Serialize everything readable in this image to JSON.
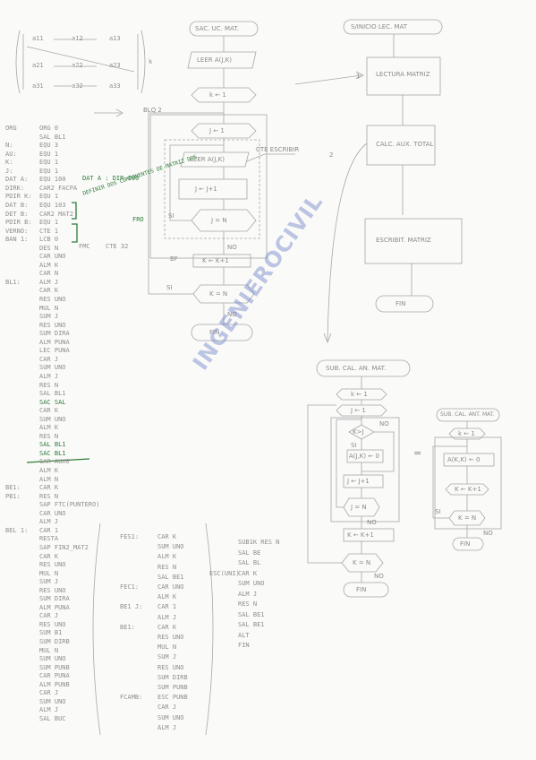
{
  "matrix": {
    "cells": [
      "a11",
      "a12",
      "a13",
      "a21",
      "a22",
      "a23",
      "a31",
      "a32",
      "a33"
    ],
    "k_label": "k"
  },
  "flow1": {
    "start": "SAC. UC. MAT.",
    "read": "LEER A(J,K)",
    "k_init": "k ← 1",
    "j_init": "J ← 1",
    "read_ajk": "LEER A(J,K)",
    "j_inc": "J ← J+1",
    "j_cond": "J = N",
    "k_inc": "K ← K+1",
    "k_cond": "K = N",
    "end": "FIN",
    "bucle_label": "BLQ 2",
    "note": "CTE ESCRIBIR",
    "si1": "SI",
    "no1": "NO",
    "si2": "SI",
    "no2": "NO",
    "bf": "BF"
  },
  "flow2": {
    "start": "S/INICIO LEC. MAT",
    "read": "LECTURA MATRIZ",
    "calc": "CALC. AUX. TOTAL",
    "write": "ESCRIBIT. MATRIZ",
    "end": "FIN",
    "arrow_num": "1",
    "arrow_num2": "2"
  },
  "flow3": {
    "start": "SUB. CAL. AN. MAT.",
    "k_init": "k ← 1",
    "j_init": "J ← 1",
    "cond1": "K>J",
    "assign": "A(J,K) ← 0",
    "j_inc": "J ← J+1",
    "j_cond": "J = N",
    "k_inc": "K ← K+1",
    "k_cond": "K = N",
    "end": "FIN",
    "no_a": "NO",
    "si_a": "SI",
    "no_b": "NO",
    "no_c": "NO"
  },
  "flow4": {
    "start": "SUB. CAL. ANT. MAT.",
    "k_init": "k ← 1",
    "assign": "A(K,K) ← 0",
    "k_inc": "K ← K+1",
    "k_cond": "K = N",
    "end": "FIN",
    "eq": "=",
    "si": "SI",
    "no": "NO"
  },
  "code_left": [
    {
      "l": "ORG",
      "c": "ORG 0"
    },
    {
      "l": "",
      "c": "SAL BL1"
    },
    {
      "l": "N:",
      "c": "EQU 3"
    },
    {
      "l": "AU:",
      "c": "EQU 1"
    },
    {
      "l": "K:",
      "c": "EQU 1"
    },
    {
      "l": "J:",
      "c": "EQU 1"
    },
    {
      "l": "DAT A:",
      "c": "EQU 100"
    },
    {
      "l": "DIRK:",
      "c": "CAR2 FACPA"
    },
    {
      "l": "PDIR K:",
      "c": "EQU 1"
    },
    {
      "l": "DAT B:",
      "c": "EQU 103"
    },
    {
      "l": "DET B:",
      "c": "CAR2 MAT2"
    },
    {
      "l": "PDIR B:",
      "c": "EQU 1"
    },
    {
      "l": "VERNO:",
      "c": "CTE 1"
    },
    {
      "l": "BAN 1:",
      "c": "LCB 0"
    },
    {
      "l": "",
      "c": "DES N"
    },
    {
      "l": "",
      "c": "CAR UNO"
    },
    {
      "l": "",
      "c": "ALM K"
    },
    {
      "l": "",
      "c": "CAR N"
    },
    {
      "l": "BL1:",
      "c": "ALM J"
    },
    {
      "l": "",
      "c": "CAR K"
    },
    {
      "l": "",
      "c": "RES UNO"
    },
    {
      "l": "",
      "c": "MUL N"
    },
    {
      "l": "",
      "c": "SUM J"
    },
    {
      "l": "",
      "c": "RES UNO"
    },
    {
      "l": "",
      "c": "SUM DIRA"
    },
    {
      "l": "",
      "c": "ALM PUNA"
    },
    {
      "l": "",
      "c": "LEC PUNA"
    },
    {
      "l": "",
      "c": "CAR J"
    },
    {
      "l": "",
      "c": "SUM UNO"
    },
    {
      "l": "",
      "c": "ALM J"
    },
    {
      "l": "",
      "c": "RES N"
    },
    {
      "l": "",
      "c": "SAL BL1"
    },
    {
      "l": "",
      "c": "SAC SAL"
    },
    {
      "l": "",
      "c": "CAR K"
    },
    {
      "l": "",
      "c": "SUM UNO"
    },
    {
      "l": "",
      "c": "ALM K"
    },
    {
      "l": "",
      "c": "RES N"
    },
    {
      "l": "",
      "c": "SAL BL1"
    },
    {
      "l": "",
      "c": "SAC BL1"
    },
    {
      "l": "",
      "c": "CAR AUX0"
    },
    {
      "l": "",
      "c": "ALM K"
    },
    {
      "l": "",
      "c": "ALM N"
    },
    {
      "l": "BE1:",
      "c": "CAR K"
    },
    {
      "l": "PB1:",
      "c": "RES N"
    },
    {
      "l": "",
      "c": "SAP FTC(PUNTERO)"
    },
    {
      "l": "",
      "c": "CAR UNO"
    },
    {
      "l": "",
      "c": "ALM J"
    },
    {
      "l": "BEL 1:",
      "c": "CAR 1"
    },
    {
      "l": "",
      "c": "RESTA"
    },
    {
      "l": "",
      "c": "SAP FIN2_MAT2"
    },
    {
      "l": "",
      "c": "CAR K"
    },
    {
      "l": "",
      "c": "RES UNO"
    },
    {
      "l": "",
      "c": "MUL N"
    },
    {
      "l": "",
      "c": "SUM J"
    },
    {
      "l": "",
      "c": "RES UNO"
    },
    {
      "l": "",
      "c": "SUM DIRA"
    },
    {
      "l": "",
      "c": "ALM PUNA"
    },
    {
      "l": "",
      "c": "CAR J"
    },
    {
      "l": "",
      "c": "RES UNO"
    },
    {
      "l": "",
      "c": "SUM B1"
    },
    {
      "l": "",
      "c": "SUM DIRB"
    },
    {
      "l": "",
      "c": "MUL N"
    },
    {
      "l": "",
      "c": "SUM UNO"
    },
    {
      "l": "",
      "c": "SUM PUNB"
    },
    {
      "l": "",
      "c": "CAR PUNA"
    },
    {
      "l": "",
      "c": "ALM PUNB"
    },
    {
      "l": "",
      "c": "CAR J"
    },
    {
      "l": "",
      "c": "SUM UNO"
    },
    {
      "l": "",
      "c": "ALM J"
    },
    {
      "l": "",
      "c": "SAL BUC"
    }
  ],
  "code_green": {
    "dat": "DAT A : DIR 100",
    "note1": "DEFINIR DOS COMPONENTES DE MATRIZ DOS",
    "note2": "FRO",
    "fmc": "FMC",
    "cte": "CTE 32"
  },
  "code_mid": [
    {
      "l": "FES1:",
      "c": "CAR K"
    },
    {
      "l": "",
      "c": "SUM UNO"
    },
    {
      "l": "",
      "c": "ALM K"
    },
    {
      "l": "",
      "c": "RES N"
    },
    {
      "l": "",
      "c": "SAL BE1"
    },
    {
      "l": "FEC1:",
      "c": "CAR UNO"
    },
    {
      "l": "",
      "c": "ALM K"
    },
    {
      "l": "BE1 J:",
      "c": "CAR 1"
    },
    {
      "l": "",
      "c": "ALM J"
    },
    {
      "l": "BE1:",
      "c": "CAR K"
    },
    {
      "l": "",
      "c": "RES UNO"
    },
    {
      "l": "",
      "c": "MUL N"
    },
    {
      "l": "",
      "c": "SUM J"
    },
    {
      "l": "",
      "c": "RES UNO"
    },
    {
      "l": "",
      "c": "SUM DIRB"
    },
    {
      "l": "",
      "c": "SUM PUNB"
    },
    {
      "l": "FCAMB:",
      "c": "ESC PUNB"
    },
    {
      "l": "",
      "c": "CAR J"
    },
    {
      "l": "",
      "c": "SUM UNO"
    },
    {
      "l": "",
      "c": "ALM J"
    }
  ],
  "code_right": [
    {
      "l": "",
      "c": "SUB1K RES N"
    },
    {
      "l": "",
      "c": "SAL BE"
    },
    {
      "l": "",
      "c": "SAL BL"
    },
    {
      "l": "ESC(UNI)",
      "c": "CAR K"
    },
    {
      "l": "",
      "c": "SUM UNO"
    },
    {
      "l": "",
      "c": "ALM J"
    },
    {
      "l": "",
      "c": "RES N"
    },
    {
      "l": "",
      "c": "SAL BE1"
    },
    {
      "l": "",
      "c": "SAL BE1"
    },
    {
      "l": "",
      "c": "ALT"
    },
    {
      "l": "",
      "c": "FIN"
    }
  ],
  "watermark": "INGENIEROCIVIL"
}
